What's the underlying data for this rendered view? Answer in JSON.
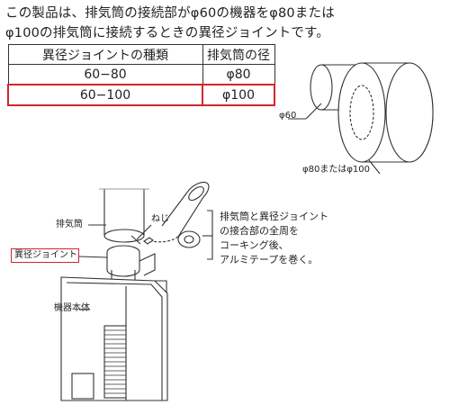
{
  "intro": {
    "line1": "この製品は、排気筒の接続部がφ60の機器をφ80または",
    "line2": "φ100の排気筒に接続するときの異径ジョイントです。"
  },
  "table": {
    "headers": [
      "異径ジョイントの種類",
      "排気筒の径"
    ],
    "rows": [
      {
        "type": "60−80",
        "diameter": "φ80",
        "highlighted": false
      },
      {
        "type": "60−100",
        "diameter": "φ100",
        "highlighted": true
      }
    ]
  },
  "figure_top": {
    "label_small": "φ60",
    "label_large": "φ80またはφ100"
  },
  "figure_bottom": {
    "label_exhaust": "排気筒",
    "label_screw": "ねじ",
    "label_joint": "異径ジョイント",
    "label_body": "機器本体",
    "note_line1": "排気筒と異径ジョイント",
    "note_line2": "の接合部の全周を",
    "note_line3": "コーキング後、",
    "note_line4": "アルミテープを巻く。"
  },
  "colors": {
    "highlight": "#d0262d",
    "line": "#333333"
  }
}
